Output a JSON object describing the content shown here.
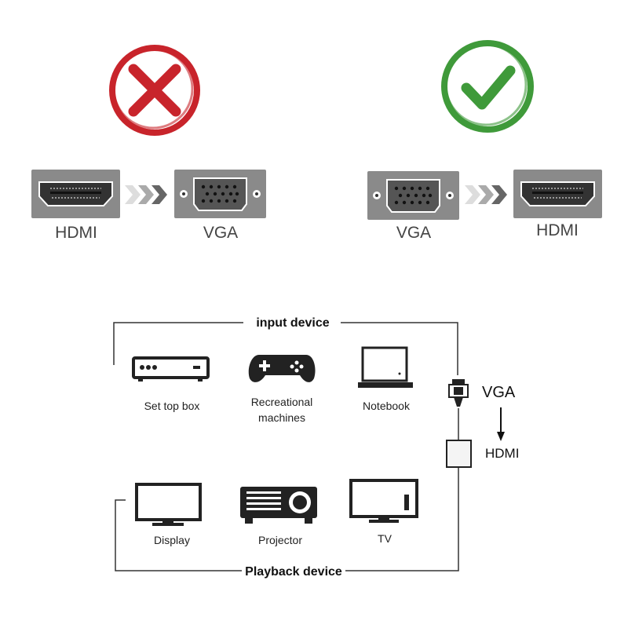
{
  "wrong": {
    "from": "HDMI",
    "to": "VGA",
    "status": "incorrect",
    "color": "#c8242b"
  },
  "right": {
    "from": "VGA",
    "to": "HDMI",
    "status": "correct",
    "color": "#3f9a3a"
  },
  "diagram": {
    "input_title": "input device",
    "playback_title": "Playback device",
    "inputs": [
      {
        "label": "Set top box",
        "icon": "set-top-box-icon"
      },
      {
        "label_line1": "Recreational",
        "label_line2": "machines",
        "icon": "gamepad-icon"
      },
      {
        "label": "Notebook",
        "icon": "laptop-icon"
      }
    ],
    "outputs": [
      {
        "label": "Display",
        "icon": "monitor-icon"
      },
      {
        "label": "Projector",
        "icon": "projector-icon"
      },
      {
        "label": "TV",
        "icon": "tv-icon"
      }
    ],
    "adapter": {
      "from": "VGA",
      "to": "HDMI"
    }
  }
}
